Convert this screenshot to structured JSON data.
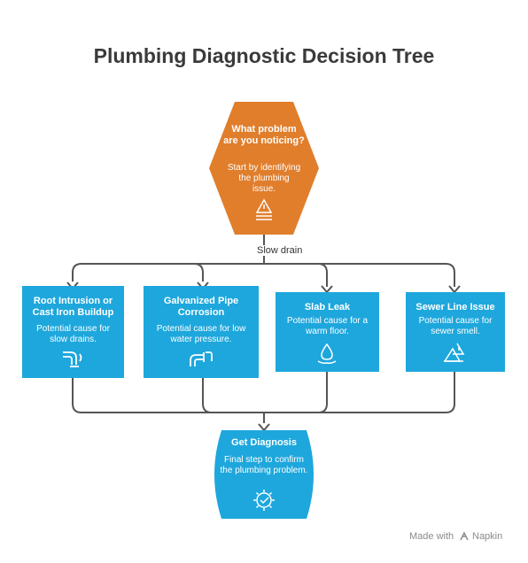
{
  "title": "Plumbing Diagnostic Decision Tree",
  "colors": {
    "orange": "#e07e2c",
    "blue": "#1ea7dc",
    "connector": "#555555",
    "title": "#3a3a3a"
  },
  "root": {
    "title": "What problem are you noticing?",
    "description": "Start by identifying the plumbing issue.",
    "icon": "warning-water-icon"
  },
  "edge_label": "Slow drain",
  "causes": [
    {
      "title": "Root Intrusion or Cast Iron Buildup",
      "description": "Potential cause for slow drains.",
      "icon": "pipe-icon"
    },
    {
      "title": "Galvanized Pipe Corrosion",
      "description": "Potential cause for low water pressure.",
      "icon": "pipe-elbow-icon"
    },
    {
      "title": "Slab Leak",
      "description": "Potential cause for a warm floor.",
      "icon": "water-drop-icon"
    },
    {
      "title": "Sewer Line Issue",
      "description": "Potential cause for sewer smell.",
      "icon": "warning-tent-icon"
    }
  ],
  "final": {
    "title": "Get Diagnosis",
    "description": "Final step to confirm the plumbing problem.",
    "icon": "gear-check-icon"
  },
  "brand": {
    "made_with": "Made with",
    "name": "Napkin"
  }
}
